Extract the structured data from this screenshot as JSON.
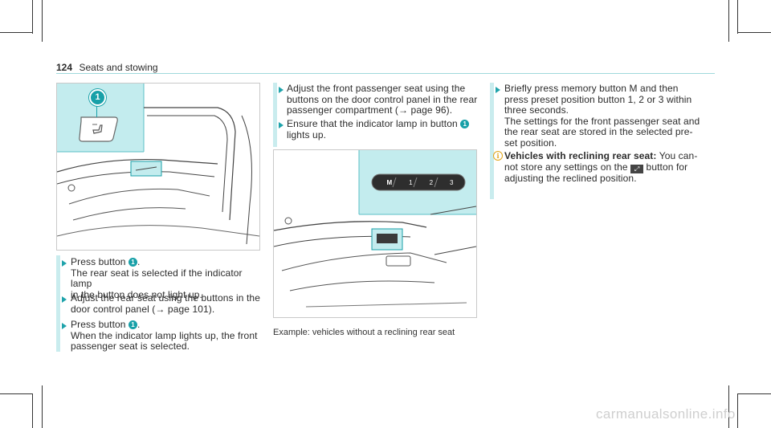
{
  "header": {
    "page_number": "124",
    "section": "Seats and stowing"
  },
  "col1": {
    "figure_badge": "1",
    "steps": [
      {
        "text": "Press button ",
        "badge": "1",
        "tail": ".",
        "line2": "The rear seat is selected if the indicator lamp",
        "line3": "in the button does not light up."
      },
      {
        "line1": "Adjust the rear seat using the buttons in the",
        "line2": "door control panel (→ page 101)."
      },
      {
        "text": "Press button ",
        "badge": "1",
        "tail": ".",
        "line2": "When the indicator lamp lights up, the front",
        "line3": "passenger seat is selected."
      }
    ]
  },
  "col2": {
    "step1": {
      "line1": "Adjust the front passenger seat using the",
      "line2": "buttons on the door control panel in the rear",
      "line3": "passenger compartment (→ page 96)."
    },
    "step2": {
      "text": "Ensure that the indicator lamp in button ",
      "badge": "1",
      "line2": "lights up."
    },
    "memory_buttons": [
      "M",
      "1",
      "2",
      "3"
    ],
    "caption": "Example: vehicles without a reclining rear seat"
  },
  "col3": {
    "step1": {
      "line1": "Briefly press memory button M and then",
      "line2": "press preset position button 1, 2 or 3 within",
      "line3": "three seconds.",
      "line4": "The settings for the front passenger seat and",
      "line5": "the rear seat are stored in the selected pre-",
      "line6": "set position."
    },
    "info": {
      "icon": "info-icon",
      "bold": "Vehicles with reclining rear seat:",
      "line1_rest": " You can-",
      "line2a": "not store any settings on the ",
      "line2b": " button for",
      "line3": "adjusting the reclined position."
    }
  },
  "colors": {
    "accent": "#18a0a8",
    "highlight": "#c3ecee",
    "rule": "#9fd9dc",
    "info": "#e0a419"
  },
  "watermark": "carmanualsonline.info"
}
